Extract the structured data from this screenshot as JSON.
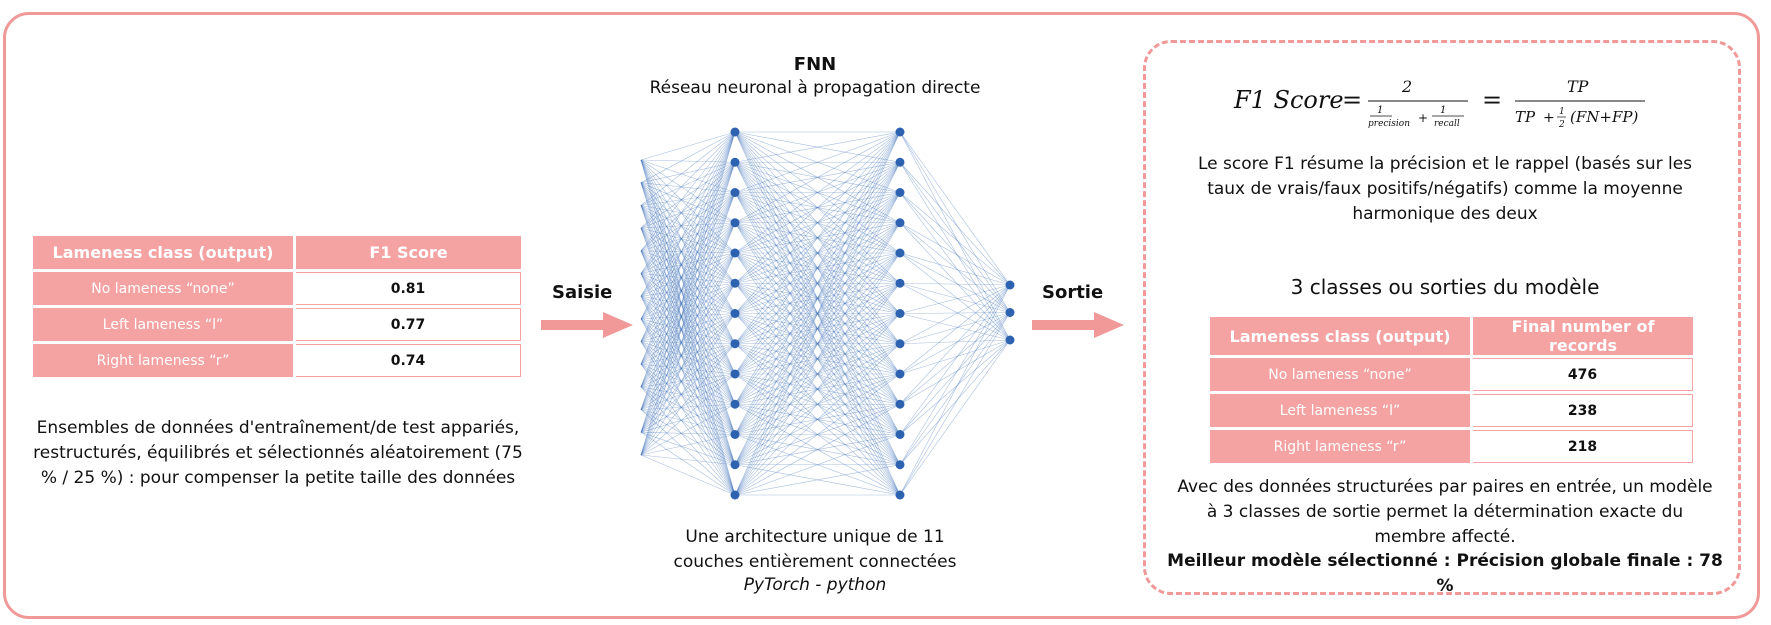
{
  "left_table": {
    "headers": [
      "Lameness class (output)",
      "F1 Score"
    ],
    "rows": [
      {
        "class": "No lameness “none”",
        "value": "0.81"
      },
      {
        "class": "Left lameness “l”",
        "value": "0.77"
      },
      {
        "class": "Right lameness “r”",
        "value": "0.74"
      }
    ]
  },
  "left_caption": "Ensembles de données d'entraînement/de test appariés, restructurés, équilibrés et sélectionnés aléatoirement (75 % / 25 %) : pour compenser la petite taille des données",
  "input_label": "Saisie",
  "output_label": "Sortie",
  "fnn": {
    "title": "FNN",
    "subtitle": "Réseau neuronal à propagation directe",
    "caption_line1": "Une architecture unique de 11",
    "caption_line2": "couches entièrement connectées",
    "caption_line3": "PyTorch - python"
  },
  "formula": {
    "lhs": "F1 Score",
    "numerator": "2",
    "den_term1": "precision",
    "den_term2": "recall",
    "rhs_num": "TP",
    "rhs_den_a": "TP",
    "rhs_den_b": "(FN+FP)"
  },
  "right_panel": {
    "f1_description": "Le score F1 résume la précision et le rappel (basés sur les taux de vrais/faux positifs/négatifs) comme la moyenne harmonique des deux",
    "classes_title": "3 classes ou sorties du modèle",
    "table": {
      "headers": [
        "Lameness class (output)",
        "Final number of records"
      ],
      "rows": [
        {
          "class": "No lameness “none”",
          "value": "476"
        },
        {
          "class": "Left lameness “l”",
          "value": "238"
        },
        {
          "class": "Right lameness “r”",
          "value": "218"
        }
      ]
    },
    "conclusion": "Avec des données structurées par paires en entrée, un modèle à 3 classes de sortie permet la détermination exacte du membre affecté.",
    "best_model": "Meilleur modèle sélectionné : Précision globale finale : 78 %"
  },
  "colors": {
    "accent": "#f19999",
    "table_header": "#f4a2a2",
    "network": "#3b6fb8"
  }
}
